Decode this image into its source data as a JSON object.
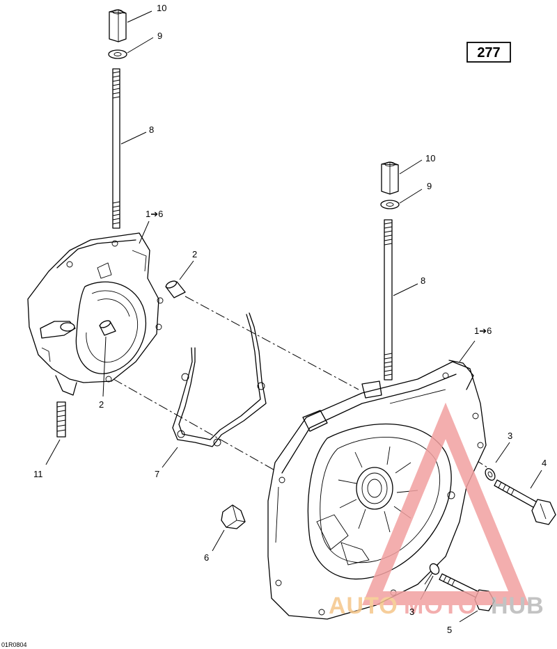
{
  "page_number": "277",
  "drawing_code": "01R0804",
  "callouts": {
    "nut_top": "10",
    "washer_top": "9",
    "stud_top": "8",
    "housing_left": "1➔6",
    "dowel_upper": "2",
    "dowel_lower": "2",
    "stud_small": "11",
    "gasket": "7",
    "plug": "6",
    "nut_right": "10",
    "washer_right": "9",
    "stud_right": "8",
    "housing_right": "1➔6",
    "washer_screw": "3",
    "screw_long": "4",
    "washer_lower": "3",
    "screw_lower": "5"
  },
  "watermark": {
    "part1": "AUTO",
    "part2": "MOTO",
    "part3": "HUB",
    "color_primary": "#f2a0a0",
    "color_secondary": "#f5c68a",
    "color_dark": "#b9b9b9"
  }
}
